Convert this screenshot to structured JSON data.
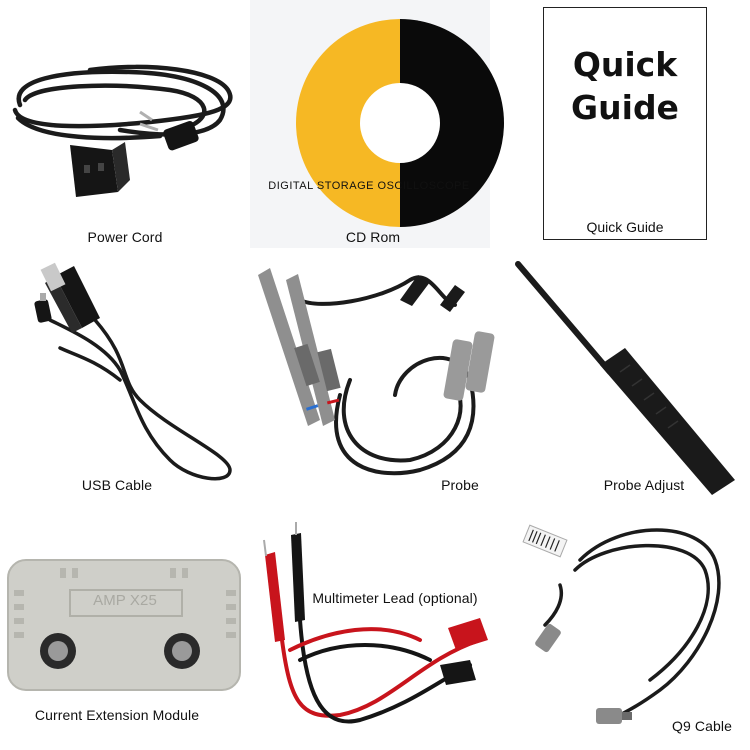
{
  "captions": {
    "power_cord": "Power Cord",
    "cd_rom": "CD Rom",
    "quick_guide": "Quick Guide",
    "usb_cable": "USB Cable",
    "probe": "Probe",
    "probe_adjust": "Probe Adjust",
    "current_module": "Current Extension Module",
    "multimeter_lead": "Multimeter Lead (optional)",
    "q9_cable": "Q9 Cable"
  },
  "quick_guide_cover": {
    "line1": "Quick",
    "line2": "Guide"
  },
  "cd_label": "DIGITAL STORAGE OSCILLOSCOPE",
  "module_label": "AMP  X25",
  "colors": {
    "cd_yellow": "#f6b824",
    "cd_black": "#0a0a0a",
    "cable_black": "#1b1b1b",
    "probe_gray": "#8f8f8f",
    "lead_red": "#c8141c",
    "module_gray": "#cfcfc9"
  }
}
